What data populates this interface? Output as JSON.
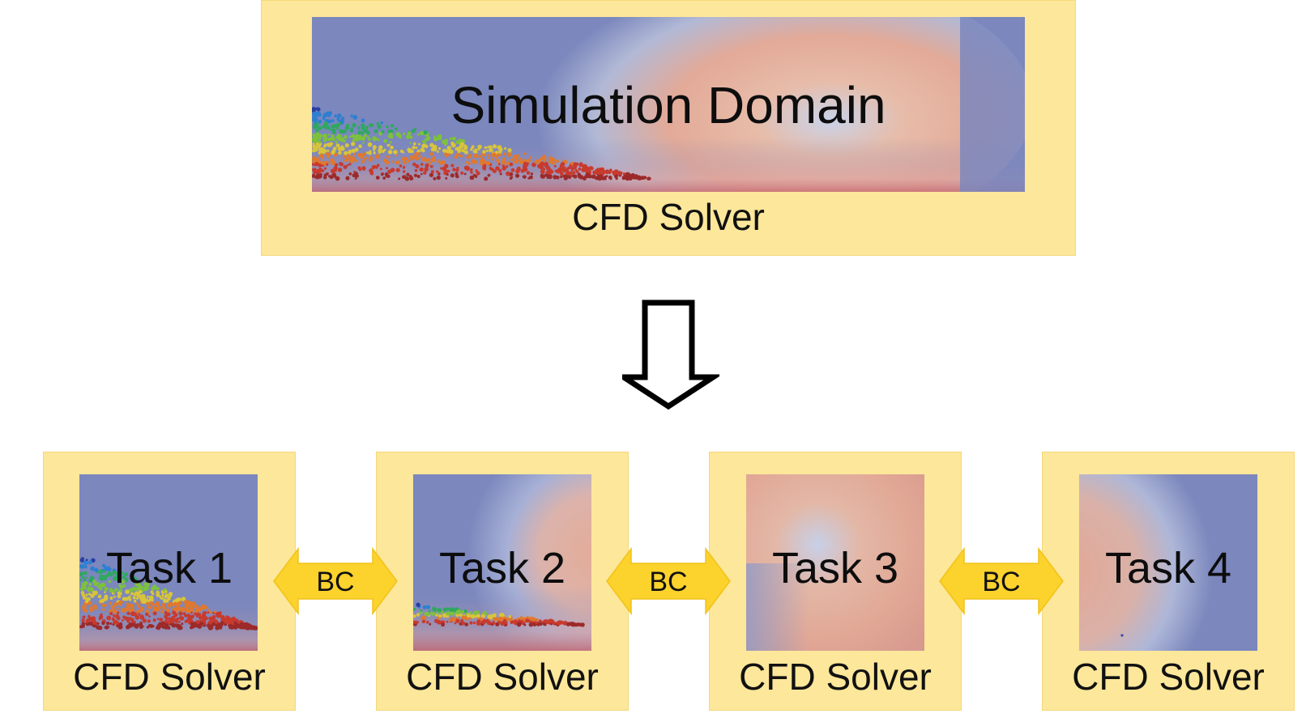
{
  "top": {
    "title": "Simulation Domain",
    "solver_label": "CFD Solver"
  },
  "tasks": [
    {
      "title": "Task 1",
      "solver_label": "CFD Solver"
    },
    {
      "title": "Task 2",
      "solver_label": "CFD Solver"
    },
    {
      "title": "Task 3",
      "solver_label": "CFD Solver"
    },
    {
      "title": "Task 4",
      "solver_label": "CFD Solver"
    }
  ],
  "connectors": [
    {
      "label": "BC"
    },
    {
      "label": "BC"
    },
    {
      "label": "BC"
    }
  ],
  "colors": {
    "panel": "#fde79a",
    "arrow": "#fcd22d",
    "field_blue": "#7b87bd",
    "field_red": "#e4a192"
  }
}
